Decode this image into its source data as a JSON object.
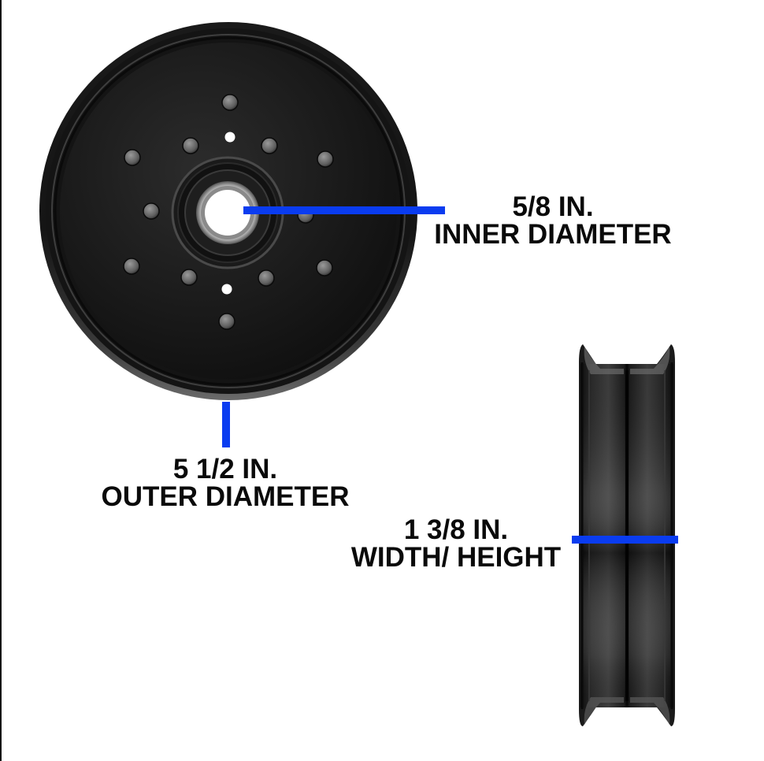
{
  "diagram": {
    "subject": "pulley dimensions",
    "views": [
      {
        "name": "front-view",
        "description": "flat idler pulley face with bearing hub and 12 rivets"
      },
      {
        "name": "side-view",
        "description": "pulley edge profile"
      }
    ],
    "colors": {
      "background": "#ffffff",
      "pulley_body": "#151515",
      "rim_highlight": "#5a5a5a",
      "rivet": "#6e6e6e",
      "bearing": "#9a9a9a",
      "dimension_line": "#0a3cf0",
      "text": "#0a0a0a"
    }
  },
  "labels": {
    "inner": {
      "value": "5/8 IN.",
      "caption": "INNER DIAMETER"
    },
    "outer": {
      "value": "5 1/2 IN.",
      "caption": "OUTER DIAMETER"
    },
    "width": {
      "value": "1 3/8 IN.",
      "caption": "WIDTH/ HEIGHT"
    }
  }
}
